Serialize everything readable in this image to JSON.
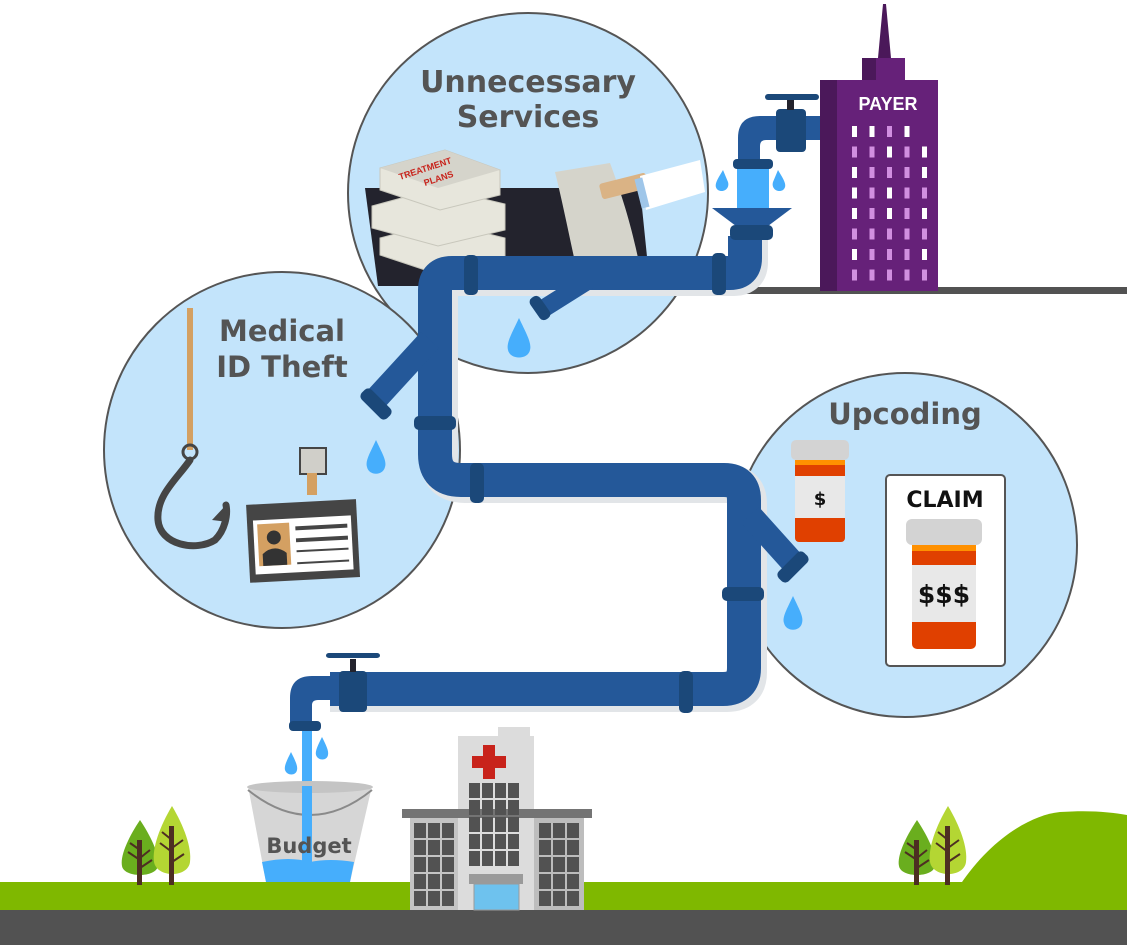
{
  "diagram": {
    "title": "Healthcare fraud leaks in the payment pipeline",
    "source": {
      "label": "PAYER"
    },
    "destination": {
      "bucket_label": "Budget",
      "building": "hospital"
    },
    "leaks": [
      {
        "id": "unnecessary-services",
        "title_line1": "Unnecessary",
        "title_line2": "Services",
        "props": [
          "treatment-plans-stack",
          "document-handoff"
        ],
        "paper_label_line1": "TREATMENT",
        "paper_label_line2": "PLANS"
      },
      {
        "id": "medical-id-theft",
        "title_line1": "Medical",
        "title_line2": "ID Theft",
        "props": [
          "fish-hook",
          "id-badge"
        ]
      },
      {
        "id": "upcoding",
        "title": "Upcoding",
        "props": [
          "pill-bottle-small",
          "claim-card"
        ],
        "small_bottle_label": "$",
        "claim_title": "CLAIM",
        "claim_bottle_label": "$$$"
      }
    ],
    "colors": {
      "pipe": "#245899",
      "pipe_joint": "#1b4879",
      "water": "#46aefc",
      "bubble": "#c3e4fb",
      "bubble_border": "#555555",
      "payer_building": "#662179",
      "payer_building_shade": "#4b185a",
      "grass": "#7fb800",
      "road": "#525252",
      "label_text": "#545454"
    }
  }
}
